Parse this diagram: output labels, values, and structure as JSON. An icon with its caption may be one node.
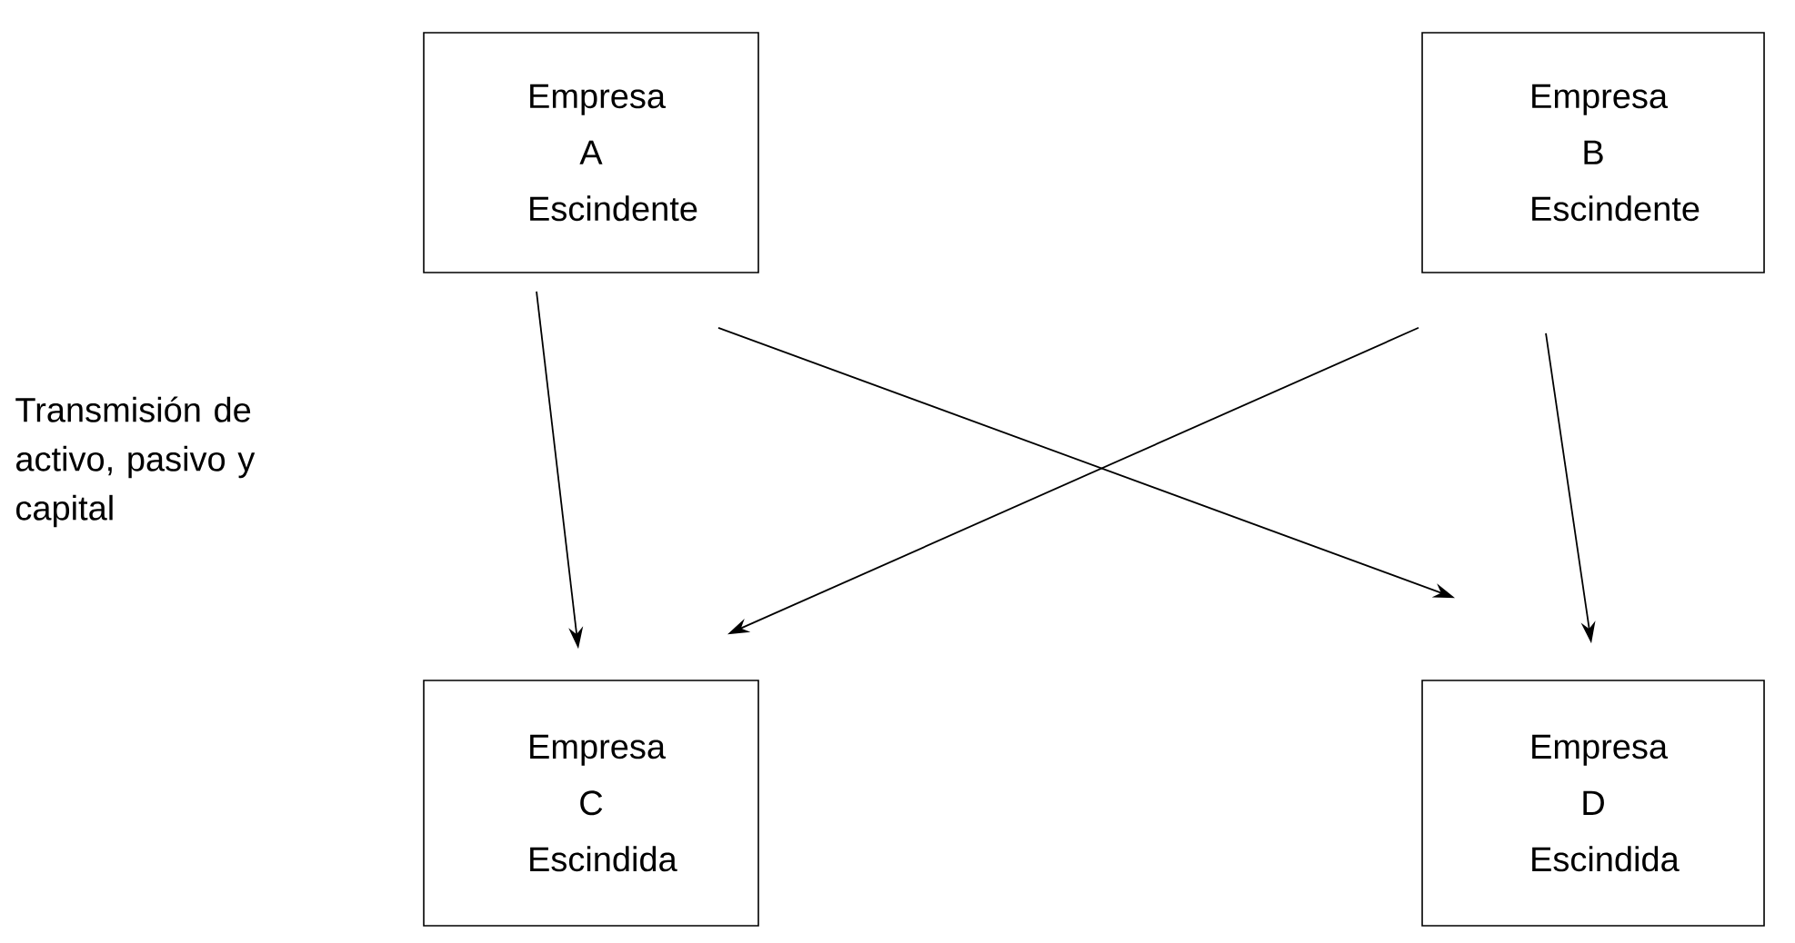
{
  "diagram": {
    "nodes": [
      {
        "text": [
          "Empresa A Escindente"
        ]
      },
      {
        "text": [
          "Empresa B Escindente"
        ]
      },
      {
        "text": [
          "Empresa C Escindida"
        ]
      },
      {
        "text": [
          "Empresa D Escindida"
        ]
      }
    ],
    "labels": [
      "Transmisión de activo, pasivo y capital"
    ],
    "edges": [
      {
        "from": 0,
        "to": 2,
        "arrow": "to"
      },
      {
        "from": 0,
        "to": 3,
        "arrow": "to"
      },
      {
        "from": 1,
        "to": 2,
        "arrow": "to"
      },
      {
        "from": 1,
        "to": 3,
        "arrow": "to"
      }
    ]
  }
}
